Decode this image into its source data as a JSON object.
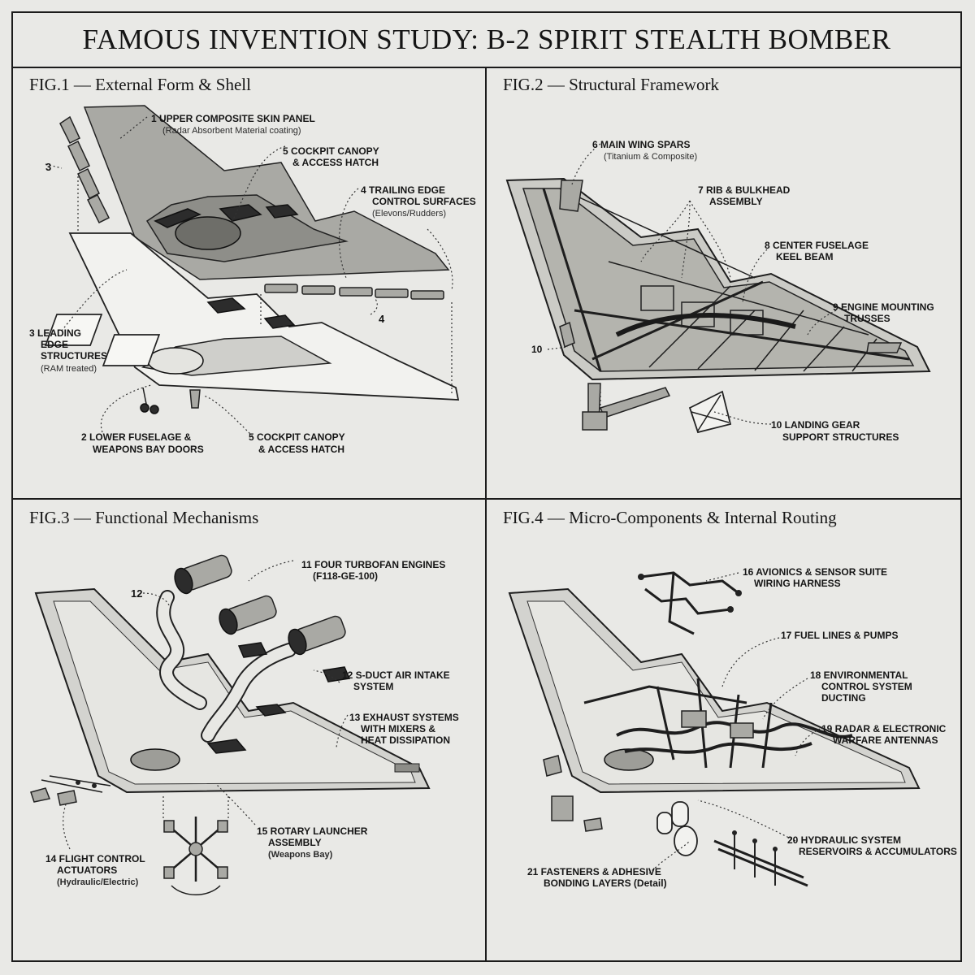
{
  "title": "FAMOUS INVENTION STUDY: B-2 SPIRIT STEALTH BOMBER",
  "figures": {
    "fig1": {
      "title": "FIG.1 — External Form & Shell",
      "labels": {
        "upper_skin": "1 UPPER COMPOSITE SKIN PANEL",
        "upper_skin_sub": "(Radar Absorbent Material coating)",
        "canopy_top_l1": "5 COCKPIT CANOPY",
        "canopy_top_l2": "& ACCESS HATCH",
        "trailing_l1": "4 TRAILING EDGE",
        "trailing_l2": "CONTROL SURFACES",
        "trailing_sub": "(Elevons/Rudders)",
        "num_3": "3",
        "num_4": "4",
        "leading_l1": "3 LEADING",
        "leading_l2": "EDGE",
        "leading_l3": "STRUCTURES",
        "leading_sub": "(RAM treated)",
        "lower_l1": "2 LOWER FUSELAGE &",
        "lower_l2": "WEAPONS BAY DOORS",
        "canopy_bot_l1": "5 COCKPIT CANOPY",
        "canopy_bot_l2": "& ACCESS HATCH"
      }
    },
    "fig2": {
      "title": "FIG.2 — Structural Framework",
      "labels": {
        "spars": "6 MAIN WING SPARS",
        "spars_sub": "(Titanium & Composite)",
        "rib_l1": "7 RIB & BULKHEAD",
        "rib_l2": "ASSEMBLY",
        "keel_l1": "8 CENTER FUSELAGE",
        "keel_l2": "KEEL BEAM",
        "engine_l1": "9 ENGINE MOUNTING",
        "engine_l2": "TRUSSES",
        "num_10": "10",
        "gear_l1": "10 LANDING GEAR",
        "gear_l2": "SUPPORT STRUCTURES"
      }
    },
    "fig3": {
      "title": "FIG.3 — Functional Mechanisms",
      "labels": {
        "engines_l1": "11 FOUR TURBOFAN ENGINES",
        "engines_l2": "(F118-GE-100)",
        "num_12": "12",
        "intake_l1": "12 S-DUCT AIR INTAKE",
        "intake_l2": "SYSTEM",
        "exhaust_l1": "13 EXHAUST SYSTEMS",
        "exhaust_l2": "WITH MIXERS &",
        "exhaust_l3": "HEAT DISSIPATION",
        "actuators_l1": "14 FLIGHT CONTROL",
        "actuators_l2": "ACTUATORS",
        "actuators_l3": "(Hydraulic/Electric)",
        "launcher_l1": "15 ROTARY LAUNCHER",
        "launcher_l2": "ASSEMBLY",
        "launcher_l3": "(Weapons Bay)"
      }
    },
    "fig4": {
      "title": "FIG.4 — Micro-Components & Internal Routing",
      "labels": {
        "avionics_l1": "16 AVIONICS & SENSOR SUITE",
        "avionics_l2": "WIRING HARNESS",
        "fuel": "17 FUEL LINES & PUMPS",
        "ecs_l1": "18 ENVIRONMENTAL",
        "ecs_l2": "CONTROL SYSTEM",
        "ecs_l3": "DUCTING",
        "radar_l1": "19 RADAR & ELECTRONIC",
        "radar_l2": "WARFARE ANTENNAS",
        "hydraulic_l1": "20 HYDRAULIC SYSTEM",
        "hydraulic_l2": "RESERVOIRS & ACCUMULATORS",
        "fasteners_l1": "21 FASTENERS & ADHESIVE",
        "fasteners_l2": "BONDING LAYERS (Detail)"
      }
    }
  }
}
